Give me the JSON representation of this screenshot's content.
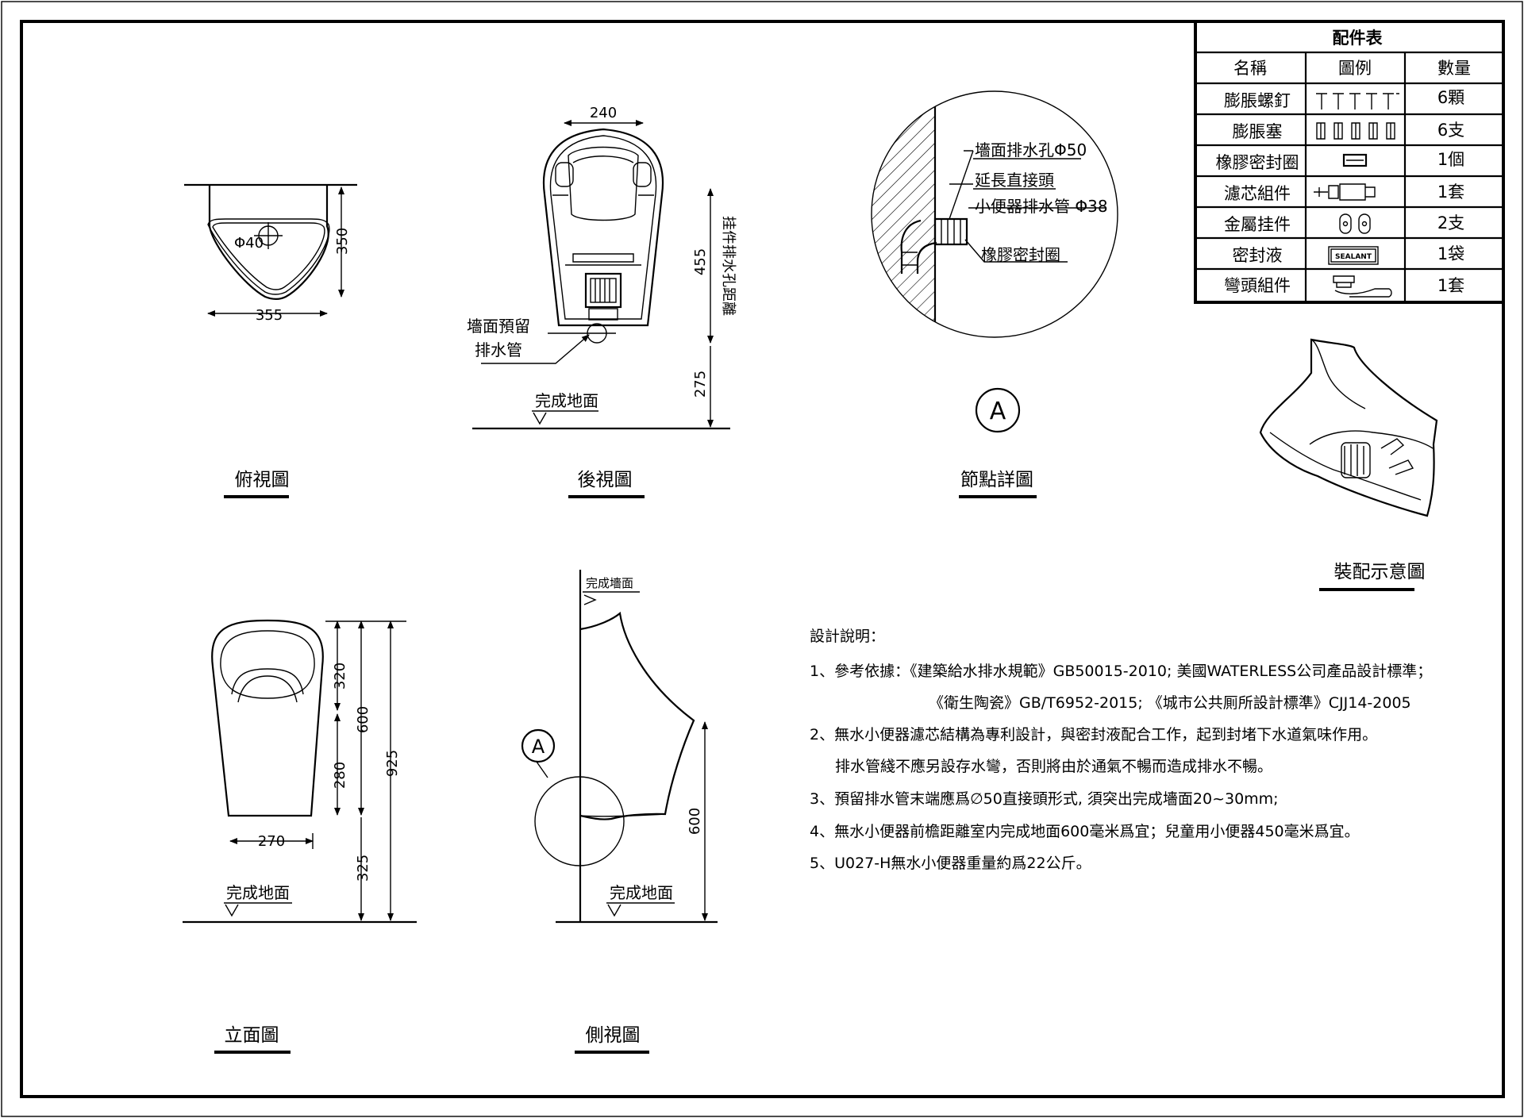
{
  "parts_table": {
    "title": "配件表",
    "headers": [
      "名稱",
      "圖例",
      "數量"
    ],
    "rows": [
      {
        "name": "膨脹螺釘",
        "qty": "6顆"
      },
      {
        "name": "膨脹塞",
        "qty": "6支"
      },
      {
        "name": "橡膠密封圈",
        "qty": "1個"
      },
      {
        "name": "濾芯組件",
        "qty": "1套"
      },
      {
        "name": "金屬挂件",
        "qty": "2支"
      },
      {
        "name": "密封液",
        "qty": "1袋"
      },
      {
        "name": "彎頭組件",
        "qty": "1套"
      }
    ],
    "sealant_label": "SEALANT"
  },
  "views": {
    "top": {
      "title": "俯視圖",
      "dim_width": "355",
      "dim_depth": "350",
      "hole": "Φ40"
    },
    "back": {
      "title": "後視圖",
      "dim_width": "240",
      "dim_455": "455",
      "dim_275": "275",
      "hang_label": "挂件排水孔距離",
      "pipe_label_1": "墻面預留",
      "pipe_label_2": "排水管",
      "floor": "完成地面"
    },
    "detail": {
      "title": "節點詳圖",
      "marker": "A",
      "labels": [
        "墻面排水孔Φ50",
        "延長直接頭",
        "小便器排水管 Φ38",
        "橡膠密封圈"
      ]
    },
    "assembly": {
      "title": "裝配示意圖"
    },
    "front": {
      "title": "立面圖",
      "dim_320": "320",
      "dim_280": "280",
      "dim_600": "600",
      "dim_925": "925",
      "dim_325": "325",
      "dim_270": "270",
      "floor": "完成地面"
    },
    "side": {
      "title": "側視圖",
      "wall": "完成墻面",
      "dim_600": "600",
      "marker": "A",
      "floor": "完成地面"
    }
  },
  "notes": {
    "heading": "設計說明：",
    "items": [
      "1、參考依據：《建築給水排水規範》GB50015-2010; 美國WATERLESS公司產品設計標準；",
      "《衛生陶瓷》GB/T6952-2015; 《城市公共厠所設計標準》CJJ14-2005",
      "2、無水小便器濾芯結構為專利設計，與密封液配合工作，起到封堵下水道氣味作用。",
      "排水管綫不應另設存水彎，否則將由於通氣不暢而造成排水不暢。",
      "3、預留排水管末端應爲∅50直接頭形式, 須突出完成墻面20~30mm;",
      "4、無水小便器前檐距離室内完成地面600毫米爲宜；兒童用小便器450毫米爲宜。",
      "5、U027-H無水小便器重量約爲22公斤。"
    ]
  }
}
